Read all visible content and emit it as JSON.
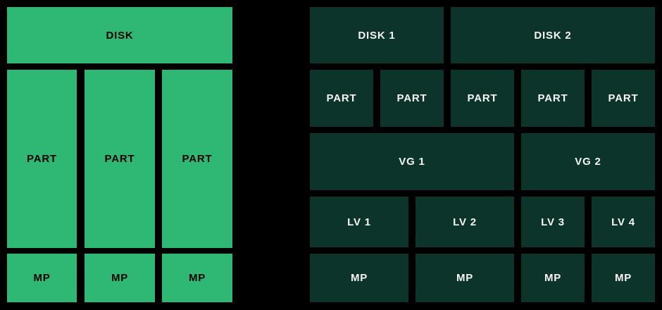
{
  "colors": {
    "background": "#000000",
    "bright_green": "#2fb873",
    "dark_green": "#0d342b",
    "left_text": "#000000",
    "right_text": "#f5f5f3"
  },
  "left_diagram": {
    "disk": "DISK",
    "parts": [
      "PART",
      "PART",
      "PART"
    ],
    "mounts": [
      "MP",
      "MP",
      "MP"
    ]
  },
  "right_diagram": {
    "disks": [
      "DISK 1",
      "DISK 2"
    ],
    "parts": [
      "PART",
      "PART",
      "PART",
      "PART",
      "PART"
    ],
    "volume_groups": [
      "VG 1",
      "VG 2"
    ],
    "logical_volumes": [
      "LV 1",
      "LV 2",
      "LV 3",
      "LV 4"
    ],
    "mounts": [
      "MP",
      "MP",
      "MP",
      "MP"
    ]
  }
}
